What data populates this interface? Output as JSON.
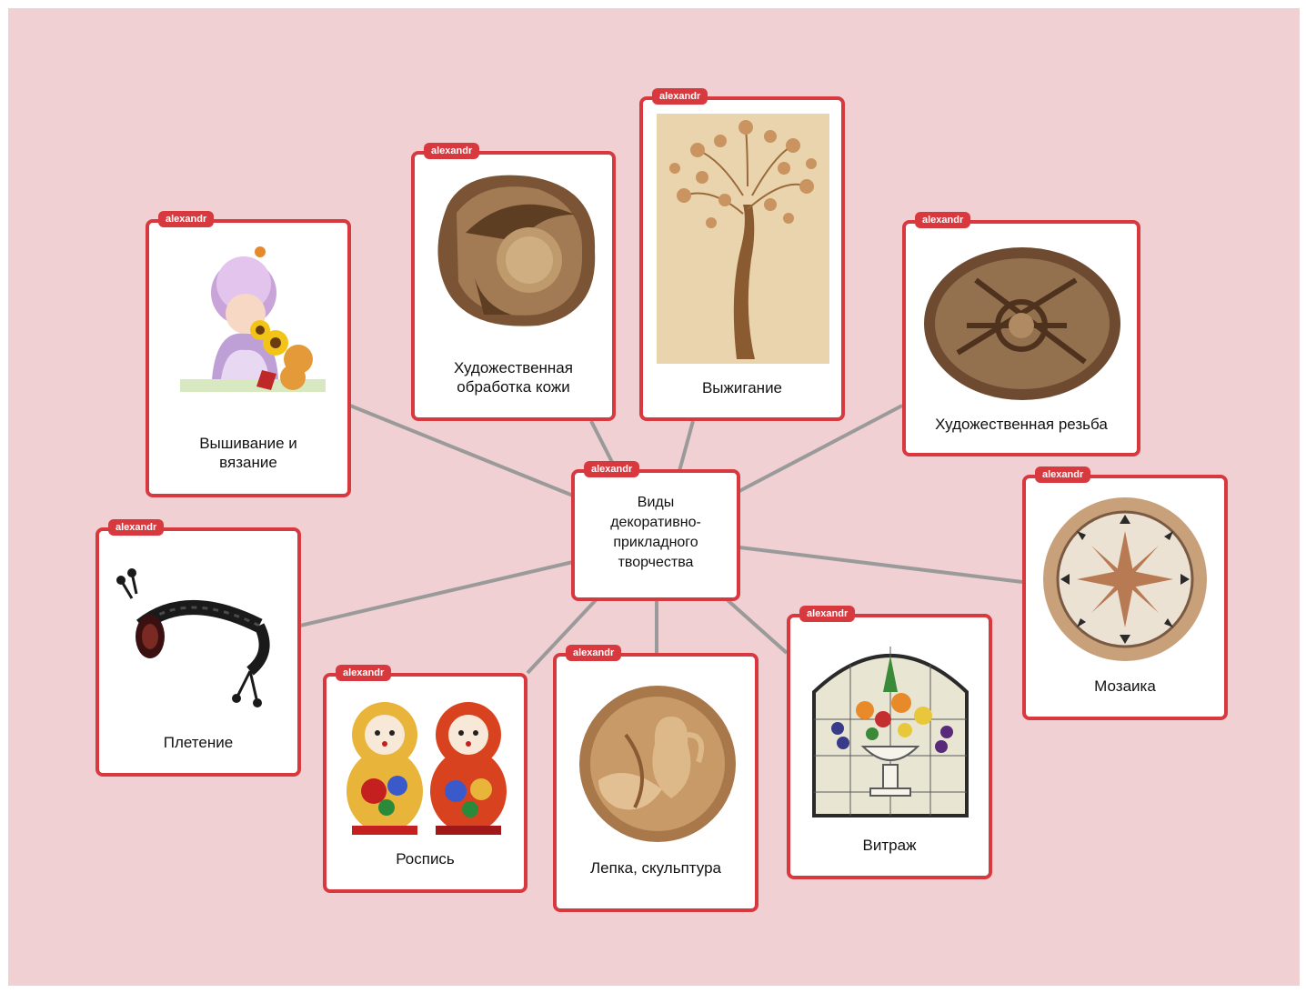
{
  "tag_text": "alexandr",
  "center": {
    "label_lines": [
      "Виды",
      "декоративно-",
      "прикладного",
      "творчества"
    ]
  },
  "nodes": [
    {
      "id": "embroidery",
      "label_lines": [
        "Вышивание и",
        "вязание"
      ],
      "picture": "embroidered-girl-with-sunflowers"
    },
    {
      "id": "leather",
      "label_lines": [
        "Художественная",
        "обработка кожи"
      ],
      "picture": "leather-lady-clock"
    },
    {
      "id": "burning",
      "label_lines": [
        "Выжигание"
      ],
      "picture": "burned-tree-on-wood"
    },
    {
      "id": "carving",
      "label_lines": [
        "Художественная резьба"
      ],
      "picture": "carved-wood-oval-relief"
    },
    {
      "id": "mosaic",
      "label_lines": [
        "Мозаика"
      ],
      "picture": "round-stone-mosaic"
    },
    {
      "id": "weaving",
      "label_lines": [
        "Плетение"
      ],
      "picture": "woven-cord-bracelet"
    },
    {
      "id": "painting",
      "label_lines": [
        "Роспись"
      ],
      "picture": "painted-matryoshka-dolls"
    },
    {
      "id": "sculpture",
      "label_lines": [
        "Лепка, скульптура"
      ],
      "picture": "clay-jug-relief-plate"
    },
    {
      "id": "stained-glass",
      "label_lines": [
        "Витраж"
      ],
      "picture": "stained-glass-fruit-bowl"
    }
  ],
  "colors": {
    "accent": "#d8393f",
    "background": "#f0d0d2",
    "connector": "#9a9a9a"
  }
}
